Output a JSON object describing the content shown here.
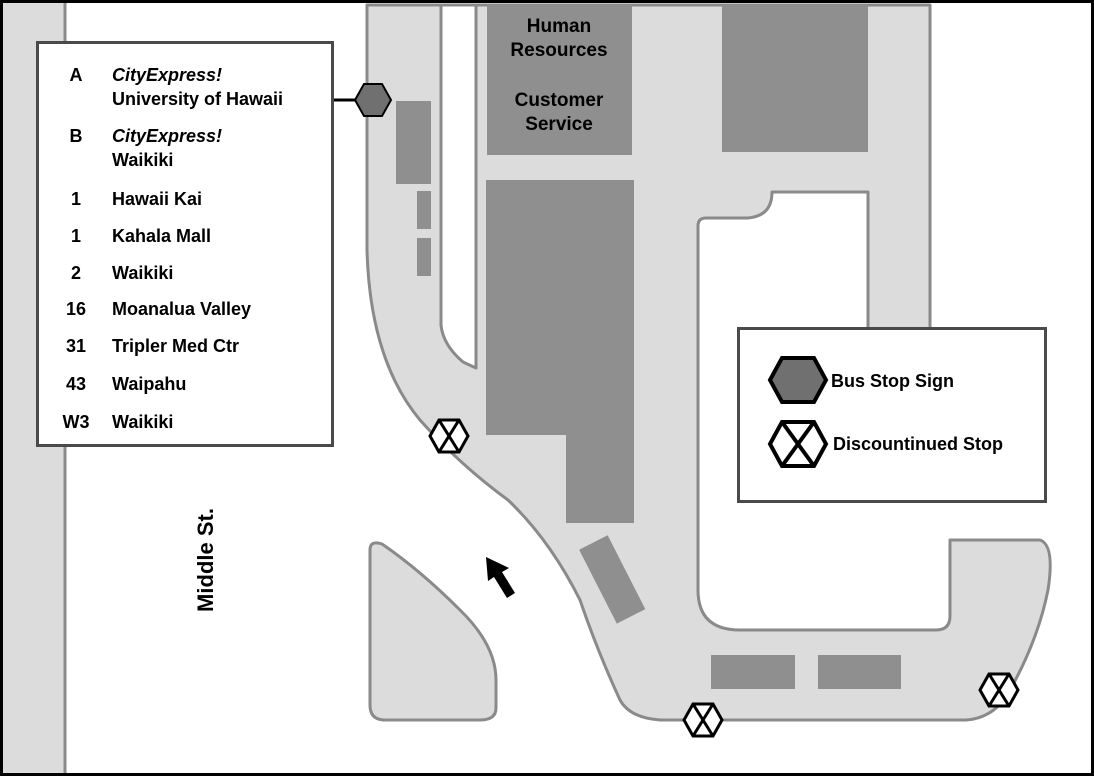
{
  "street": {
    "name": "Middle St."
  },
  "buildings": {
    "hr": {
      "line1": "Human",
      "line2": "Resources"
    },
    "cs": {
      "line1": "Customer",
      "line2": "Service"
    }
  },
  "routes": [
    {
      "code": "A",
      "service": "CityExpress!",
      "destination": "University of Hawaii"
    },
    {
      "code": "B",
      "service": "CityExpress!",
      "destination": "Waikiki"
    },
    {
      "code": "1",
      "destination": "Hawaii Kai"
    },
    {
      "code": "1",
      "destination": "Kahala Mall"
    },
    {
      "code": "2",
      "destination": "Waikiki"
    },
    {
      "code": "16",
      "destination": "Moanalua Valley"
    },
    {
      "code": "31",
      "destination": "Tripler Med Ctr"
    },
    {
      "code": "43",
      "destination": "Waipahu"
    },
    {
      "code": "W3",
      "destination": "Waikiki"
    }
  ],
  "legend": {
    "bus_stop": {
      "label": "Bus Stop Sign",
      "icon": "hexagon-icon"
    },
    "discontinued": {
      "label": "Discountinued Stop",
      "icon": "crossed-hexagon-icon"
    }
  },
  "colors": {
    "border": "#000000",
    "road_fill": "#dcdcdc",
    "road_edge": "#8a8a8a",
    "building_fill": "#8f8f8f",
    "bus_stop_fill": "#707070"
  }
}
